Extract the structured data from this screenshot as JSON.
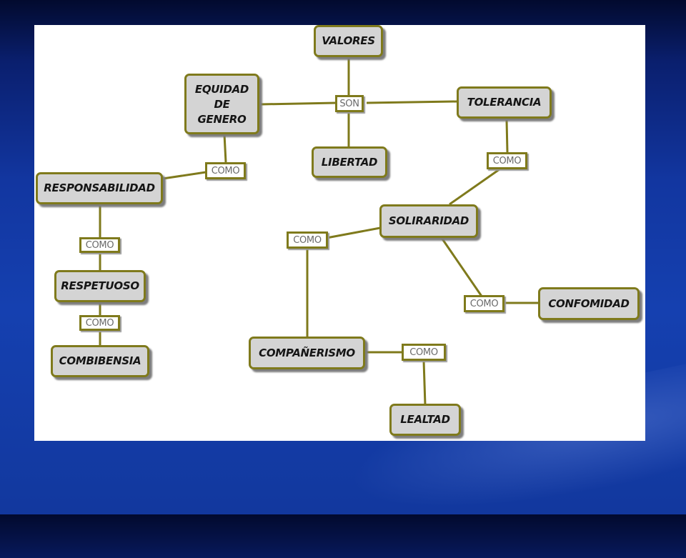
{
  "diagram": {
    "nodes": {
      "valores": "VALORES",
      "equidad": "EQUIDAD\nDE\nGENERO",
      "tolerancia": "TOLERANCIA",
      "libertad": "LIBERTAD",
      "responsabilidad": "RESPONSABILIDAD",
      "respetuoso": "RESPETUOSO",
      "combibensia": "COMBIBENSIA",
      "solidaridad": "SOLIRARIDAD",
      "companerismo": "COMPAÑERISMO",
      "lealtad": "LEALTAD",
      "conformidad": "CONFOMIDAD"
    },
    "labels": {
      "son": "SON",
      "como_equidad_responsabilidad": "COMO",
      "como_tolerancia_solidaridad": "COMO",
      "como_responsabilidad_respetuoso": "COMO",
      "como_respetuoso_combibensia": "COMO",
      "como_solidaridad_companerismo": "COMO",
      "como_solidaridad_conformidad": "COMO",
      "como_companerismo_lealtad": "COMO"
    },
    "colors": {
      "node_fill": "#d4d4d4",
      "node_border": "#7f7a1c",
      "connector": "#7f7a1c",
      "label_text": "#6a6a6a",
      "slide_background": "#ffffff",
      "page_background": "#1540b0"
    }
  }
}
